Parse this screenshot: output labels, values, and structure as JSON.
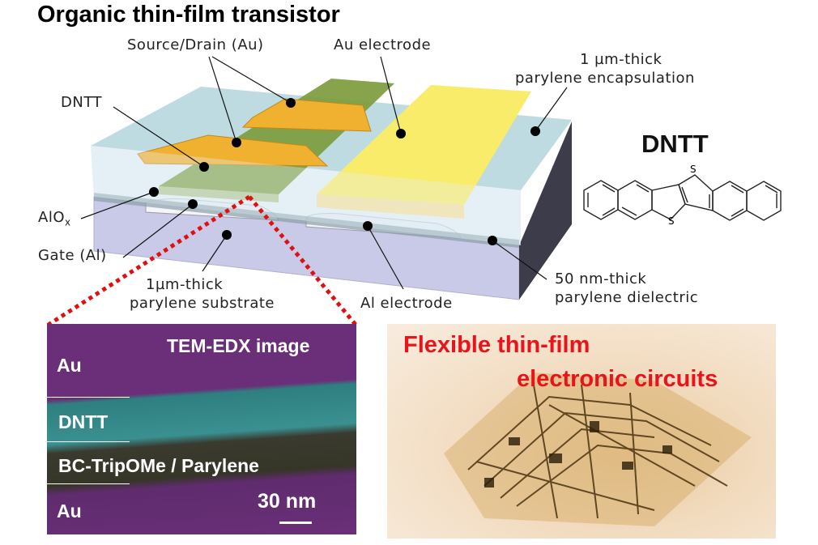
{
  "title": "Organic thin-film transistor",
  "device_labels": {
    "source_drain": "Source/Drain (Au)",
    "au_electrode": "Au electrode",
    "encap_line1": "1 µm-thick",
    "encap_line2": "parylene encapsulation",
    "dntt": "DNTT",
    "alox": "AlO",
    "alox_sub": "x",
    "gate": "Gate (Al)",
    "substrate_line1": "1µm-thick",
    "substrate_line2": "parylene substrate",
    "al_electrode": "Al electrode",
    "dielectric_line1": "50 nm-thick",
    "dielectric_line2": "parylene dielectric"
  },
  "molecule": {
    "name": "DNTT",
    "atom_label": "S"
  },
  "tem_image": {
    "title": "TEM-EDX image",
    "layers": [
      "Au",
      "DNTT",
      "BC-TripOMe / Parylene",
      "Au"
    ],
    "scale_bar": "30 nm"
  },
  "photo": {
    "caption_line1": "Flexible thin-film",
    "caption_line2": "electronic circuits"
  },
  "colors": {
    "gold": "#f0b030",
    "dntt_green": "#7a9a3a",
    "au_yellow": "#f8ec6a",
    "substrate": "#c8c8e6",
    "dotted_red": "#e01010",
    "caption_red": "#e8141c"
  }
}
